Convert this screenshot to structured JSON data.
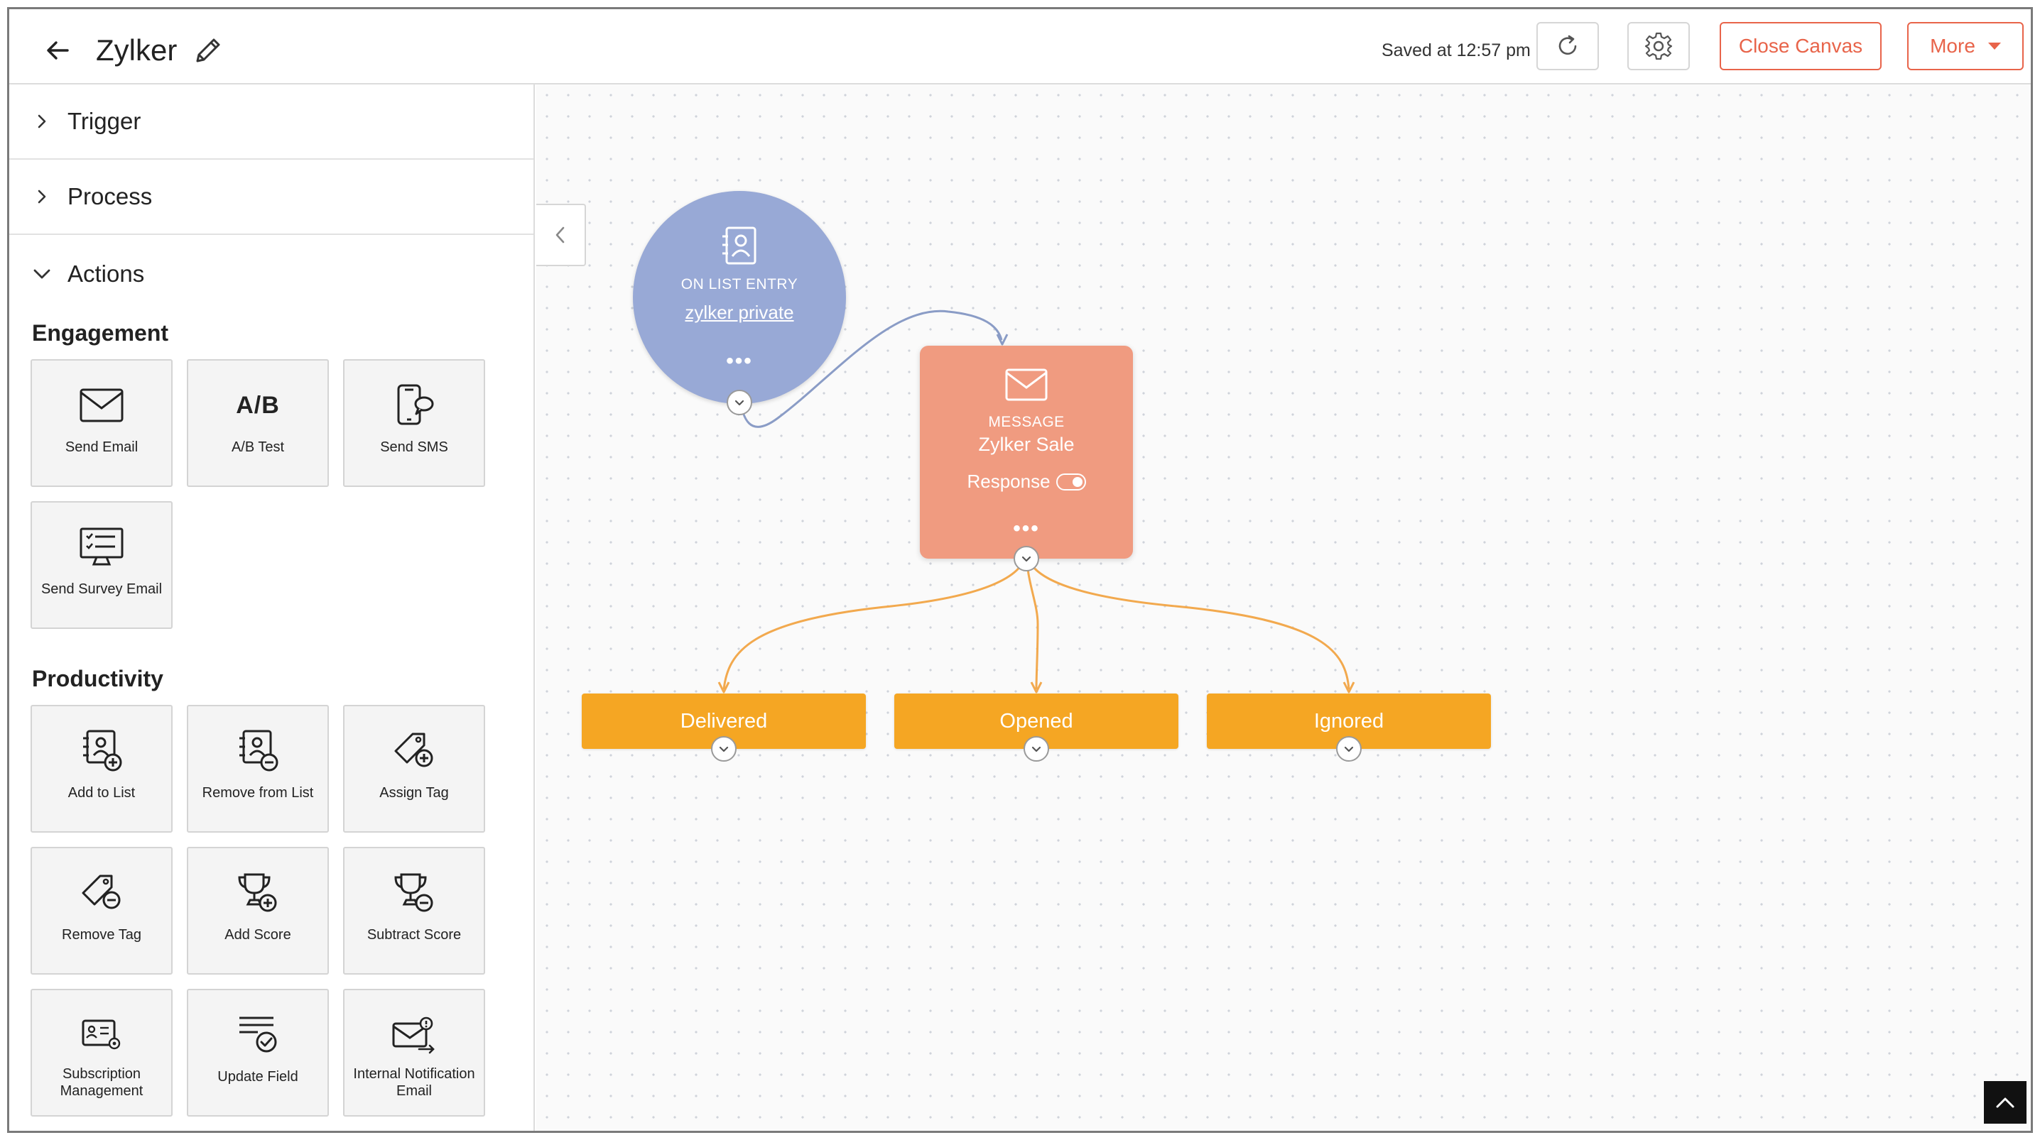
{
  "header": {
    "title": "Zylker",
    "saved_text": "Saved at 12:57 pm",
    "close_canvas_label": "Close Canvas",
    "more_label": "More"
  },
  "sidebar": {
    "sections": [
      {
        "label": "Trigger",
        "expanded": false
      },
      {
        "label": "Process",
        "expanded": false
      },
      {
        "label": "Actions",
        "expanded": true
      }
    ],
    "groups": {
      "engagement": {
        "title": "Engagement",
        "tiles": [
          {
            "label": "Send Email",
            "icon": "envelope-icon"
          },
          {
            "label": "A/B Test",
            "icon": "ab-test-icon",
            "glyph": "A/B"
          },
          {
            "label": "Send SMS",
            "icon": "phone-message-icon"
          },
          {
            "label": "Send Survey Email",
            "icon": "survey-monitor-icon"
          }
        ]
      },
      "productivity": {
        "title": "Productivity",
        "tiles": [
          {
            "label": "Add to List",
            "icon": "add-contact-list-icon"
          },
          {
            "label": "Remove from List",
            "icon": "remove-contact-list-icon"
          },
          {
            "label": "Assign Tag",
            "icon": "add-tag-icon"
          },
          {
            "label": "Remove Tag",
            "icon": "remove-tag-icon"
          },
          {
            "label": "Add Score",
            "icon": "add-trophy-icon"
          },
          {
            "label": "Subtract Score",
            "icon": "subtract-trophy-icon"
          },
          {
            "label": "Subscription Management",
            "icon": "subscription-card-icon"
          },
          {
            "label": "Update Field",
            "icon": "update-field-icon"
          },
          {
            "label": "Internal Notification Email",
            "icon": "notification-email-icon"
          }
        ]
      }
    }
  },
  "canvas": {
    "entry_node": {
      "label": "ON LIST ENTRY",
      "link": "zylker private",
      "dots": "•••",
      "color": "#98a9d6"
    },
    "message_node": {
      "label": "MESSAGE",
      "name": "Zylker Sale",
      "response_label": "Response",
      "dots": "•••",
      "color": "#f09b80"
    },
    "outcomes": [
      {
        "label": "Delivered"
      },
      {
        "label": "Opened"
      },
      {
        "label": "Ignored"
      }
    ],
    "outcome_color": "#f5a623",
    "connector_entry_color": "#8a9cc6",
    "connector_outcome_color": "#f2a94e"
  },
  "accent_color": "#e8644a"
}
